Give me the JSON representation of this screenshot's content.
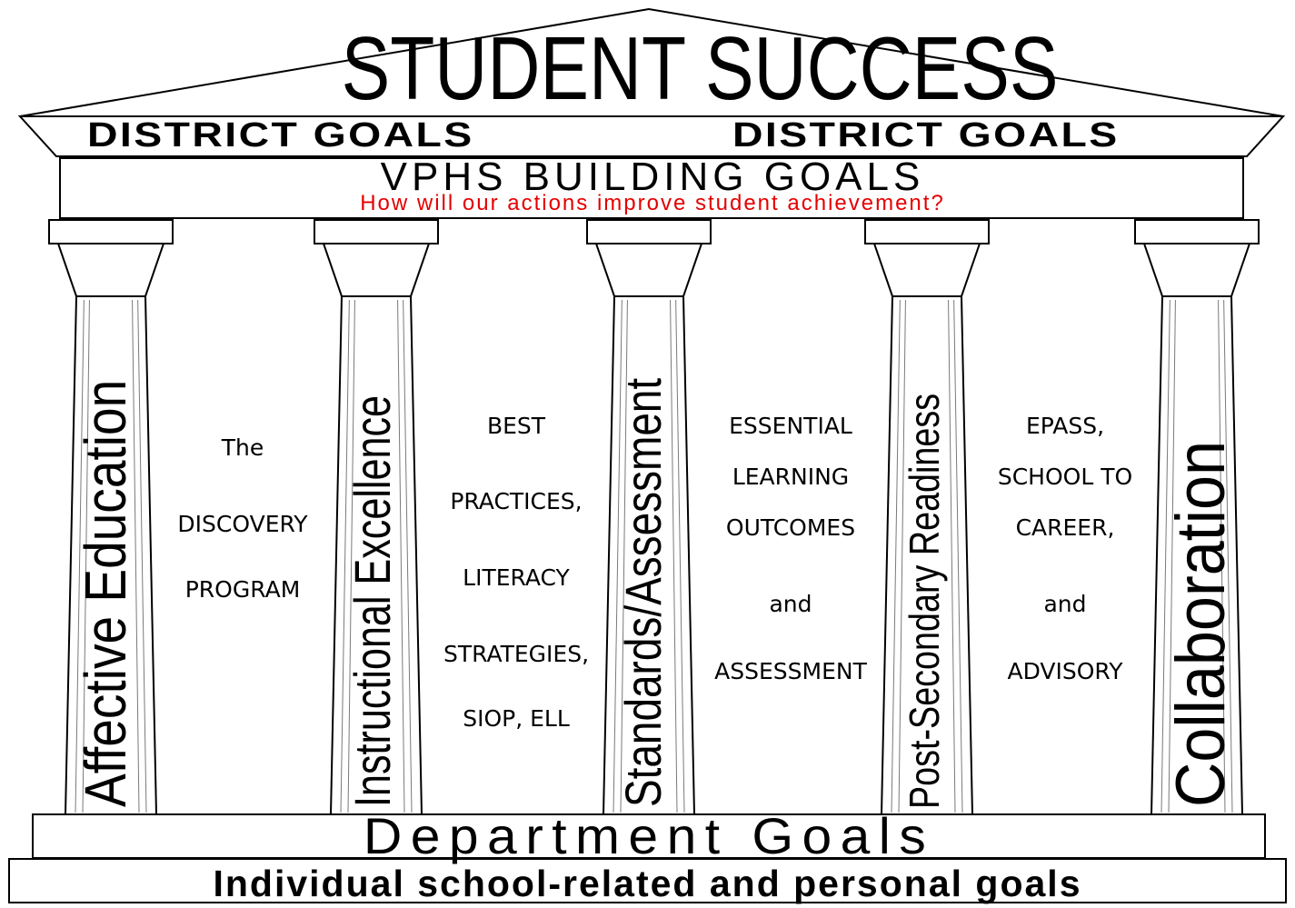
{
  "title": "STUDENT SUCCESS",
  "district_goals": [
    "DISTRICT GOALS",
    "DISTRICT GOALS"
  ],
  "building_goals": {
    "title": "VPHS BUILDING GOALS",
    "question": "How will our actions improve student achievement?"
  },
  "pillars": [
    {
      "label": "Affective Education"
    },
    {
      "label": "Instructional Excellence"
    },
    {
      "label": "Standards/Assessment"
    },
    {
      "label": "Post-Secondary Readiness"
    },
    {
      "label": "Collaboration"
    }
  ],
  "gaps": [
    {
      "lines": [
        "The",
        "DISCOVERY",
        "PROGRAM"
      ]
    },
    {
      "lines": [
        "BEST",
        "PRACTICES,",
        "LITERACY",
        "STRATEGIES,",
        "SIOP, ELL"
      ]
    },
    {
      "lines": [
        "ESSENTIAL",
        "LEARNING",
        "OUTCOMES",
        "and",
        "ASSESSMENT"
      ]
    },
    {
      "lines": [
        "EPASS,",
        "SCHOOL TO",
        "CAREER,",
        "and",
        "ADVISORY"
      ]
    }
  ],
  "department_goals": "Department Goals",
  "individual_goals": "Individual school-related and personal goals",
  "colors": {
    "question": "#e60000",
    "outline": "#000000",
    "background": "#ffffff"
  }
}
